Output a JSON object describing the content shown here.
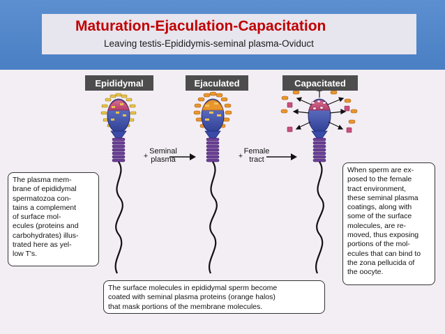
{
  "slide": {
    "title": "Maturation-Ejaculation-Capacitation",
    "subtitle": "Leaving testis-Epididymis-seminal plasma-Oviduct"
  },
  "stages": [
    {
      "label": "Epididymal"
    },
    {
      "label": "Ejaculated"
    },
    {
      "label": "Capacitated"
    }
  ],
  "transitions": [
    {
      "plus": "+",
      "lines": [
        "Seminal",
        "plasma"
      ]
    },
    {
      "plus": "+",
      "lines": [
        "Female",
        "tract"
      ]
    }
  ],
  "captions": {
    "left": [
      "The plasma mem-",
      "brane of epididymal",
      "spermatozoa con-",
      "tains a complement",
      "of surface mol-",
      "ecules (proteins and",
      "carbohydrates) illus-",
      "trated here as yel-",
      "low T's."
    ],
    "right": [
      "When sperm are ex-",
      "posed to the female",
      "tract environment,",
      "these seminal plasma",
      "coatings, along with",
      "some of the surface",
      "molecules, are re-",
      "moved, thus exposing",
      "portions of the mol-",
      "ecules that can bind to",
      "the zona pellucida of",
      "the oocyte."
    ],
    "bottom": [
      "The surface molecules in epididymal sperm become",
      "coated with seminal plasma proteins (orange halos)",
      "that mask portions of the membrane molecules."
    ]
  },
  "colors": {
    "banner": "#4f86c9",
    "title": "#c00000",
    "header_bg": "#4d4d4d",
    "sperm_head": "#4a5bb0",
    "acrosome": "#c8507a",
    "midpiece": "#6a3f96",
    "surface_molecule": "#e6c24a",
    "seminal_halo": "#e8962c"
  },
  "icons": [
    "sperm-cell-icon",
    "arrow-right-icon",
    "release-arrow-icon"
  ]
}
